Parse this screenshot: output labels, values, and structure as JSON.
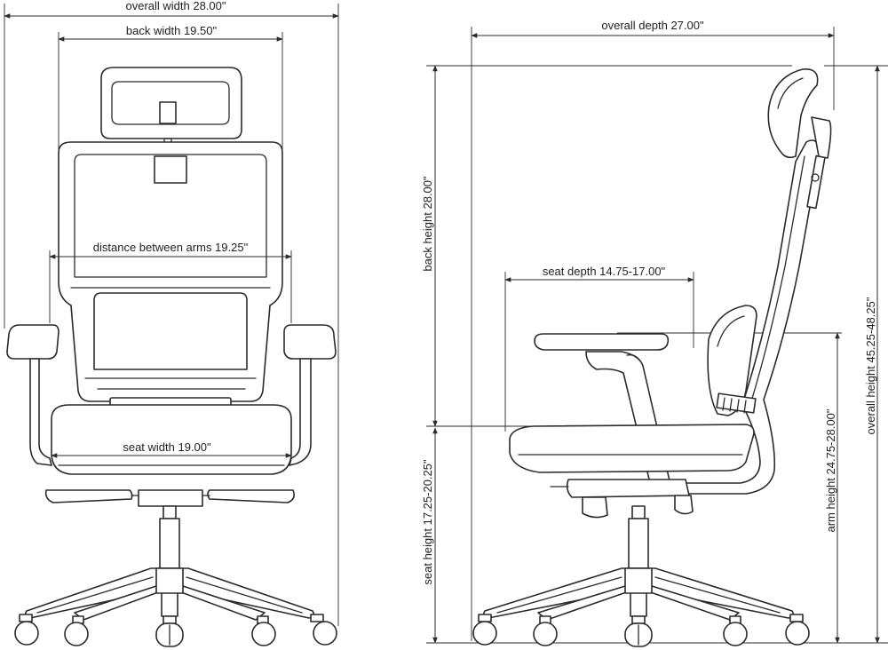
{
  "front_view": {
    "overall_width": "overall width 28.00\"",
    "back_width": "back width 19.50\"",
    "distance_between_arms": "distance between arms 19.25\"",
    "seat_width": "seat width 19.00\""
  },
  "side_view": {
    "overall_depth": "overall depth 27.00\"",
    "back_height": "back height 28.00\"",
    "seat_depth": "seat depth 14.75-17.00\"",
    "overall_height": "overall height 45.25-48.25\"",
    "arm_height": "arm height 24.75-28.00\"",
    "seat_height": "seat height 17.25-20.25\""
  },
  "colors": {
    "line": "#2b2b2b",
    "background": "#ffffff"
  }
}
